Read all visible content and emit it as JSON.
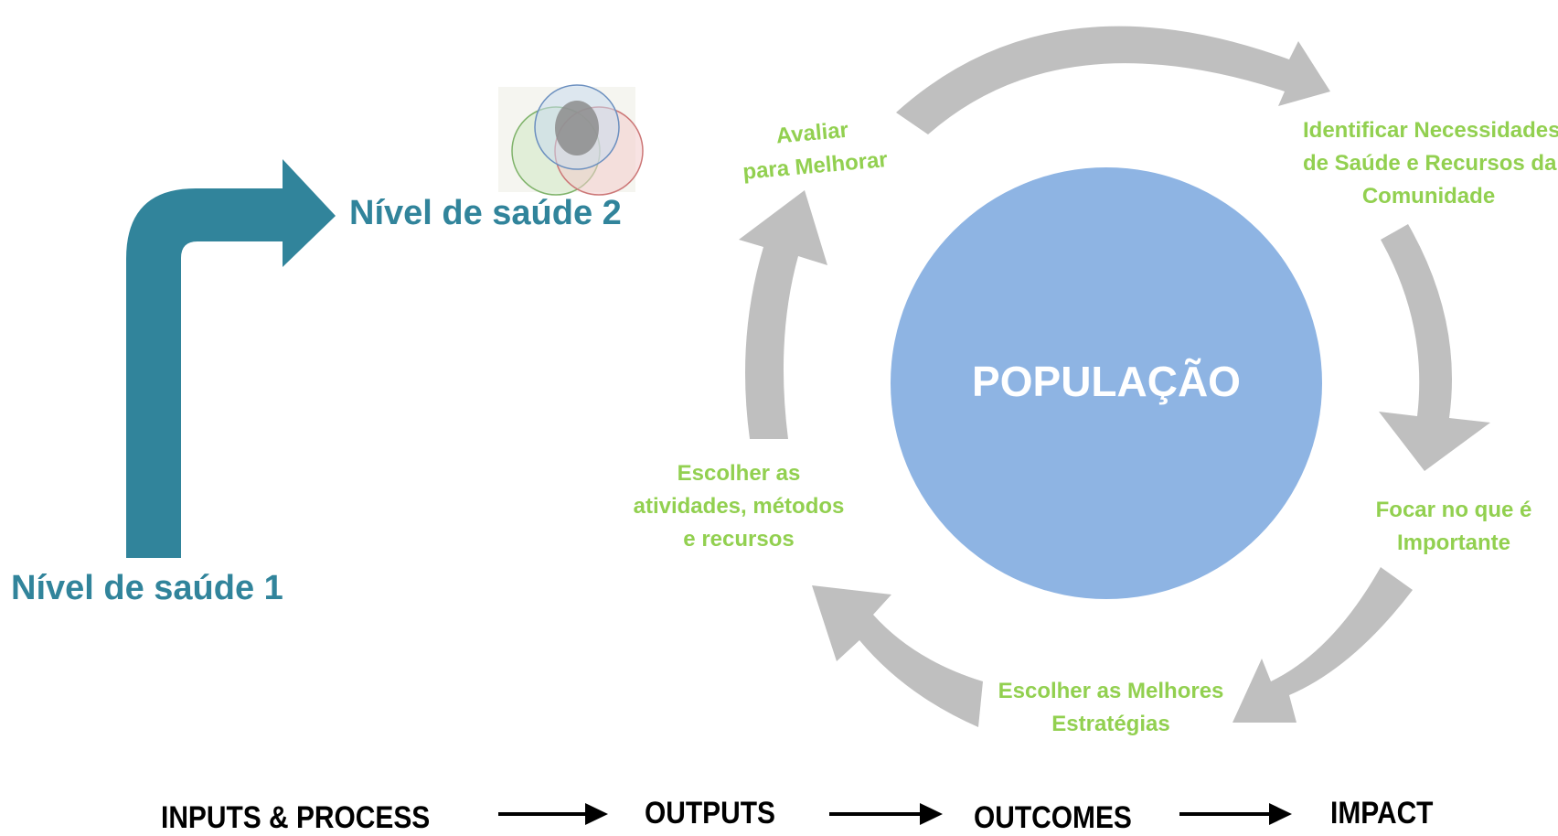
{
  "levels": {
    "level1": "Nível de saúde 1",
    "level2": "Nível de saúde 2"
  },
  "cycle": {
    "center": "POPULAÇÃO",
    "steps": [
      {
        "line1": "Identificar Necessidades",
        "line2": "de Saúde e Recursos da",
        "line3": "Comunidade"
      },
      {
        "line1": "Focar no que é",
        "line2": "Importante"
      },
      {
        "line1": "Escolher as Melhores",
        "line2": "Estratégias"
      },
      {
        "line1": "Escolher as",
        "line2": "atividades, métodos",
        "line3": "e recursos"
      },
      {
        "line1": "Avaliar",
        "line2": "para Melhorar"
      }
    ]
  },
  "flow": {
    "stage1": "INPUTS & PROCESS",
    "stage2": "OUTPUTS",
    "stage3": "OUTCOMES",
    "stage4": "IMPACT"
  },
  "colors": {
    "level_teal": "#31849B",
    "step_green": "#92D050",
    "circle_blue": "#8EB4E3",
    "cycle_arrow_gray": "#BFBFBF",
    "flow_black": "#000000"
  }
}
